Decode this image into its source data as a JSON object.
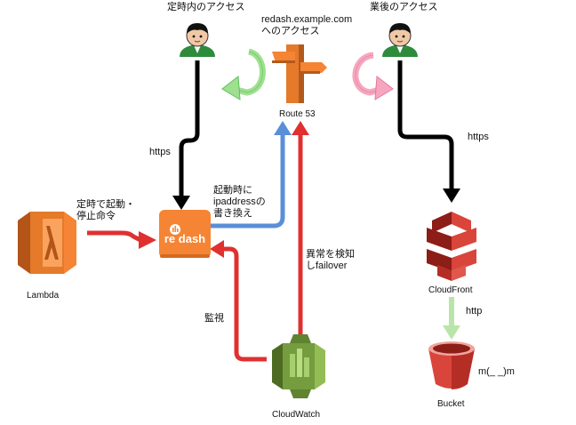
{
  "labels": {
    "user_left": "定時内のアクセス",
    "user_right": "業後のアクセス",
    "dns_line1": "redash.example.com",
    "dns_line2": "へのアクセス",
    "route53": "Route 53",
    "https_left": "https",
    "https_right": "https",
    "startup_ip_line1": "起動時に",
    "startup_ip_line2": "ipaddressの",
    "startup_ip_line3": "書き換え",
    "schedule_line1": "定時で起動・",
    "schedule_line2": "停止命令",
    "redash_logo": "re dash",
    "lambda": "Lambda",
    "failover_line1": "異常を検知",
    "failover_line2": "しfailover",
    "cloudfront": "CloudFront",
    "http": "http",
    "monitor": "監視",
    "bucket": "Bucket",
    "emoticon": "m(_ _)m",
    "cloudwatch": "CloudWatch"
  },
  "colors": {
    "black_arrow": "#000000",
    "red_arrow": "#e03030",
    "blue_arrow": "#5a8fd8",
    "green_curl": "#9fe090",
    "pink_curl": "#f7a6bf",
    "light_green_arrow": "#b9e6a8",
    "aws_orange": "#f58534",
    "aws_red": "#d9453a",
    "aws_green": "#759c3e",
    "person_green": "#2e8b3c"
  },
  "icons": [
    "person-icon",
    "route53-icon",
    "redash-icon",
    "lambda-icon",
    "cloudfront-icon",
    "s3-bucket-icon",
    "cloudwatch-icon"
  ]
}
